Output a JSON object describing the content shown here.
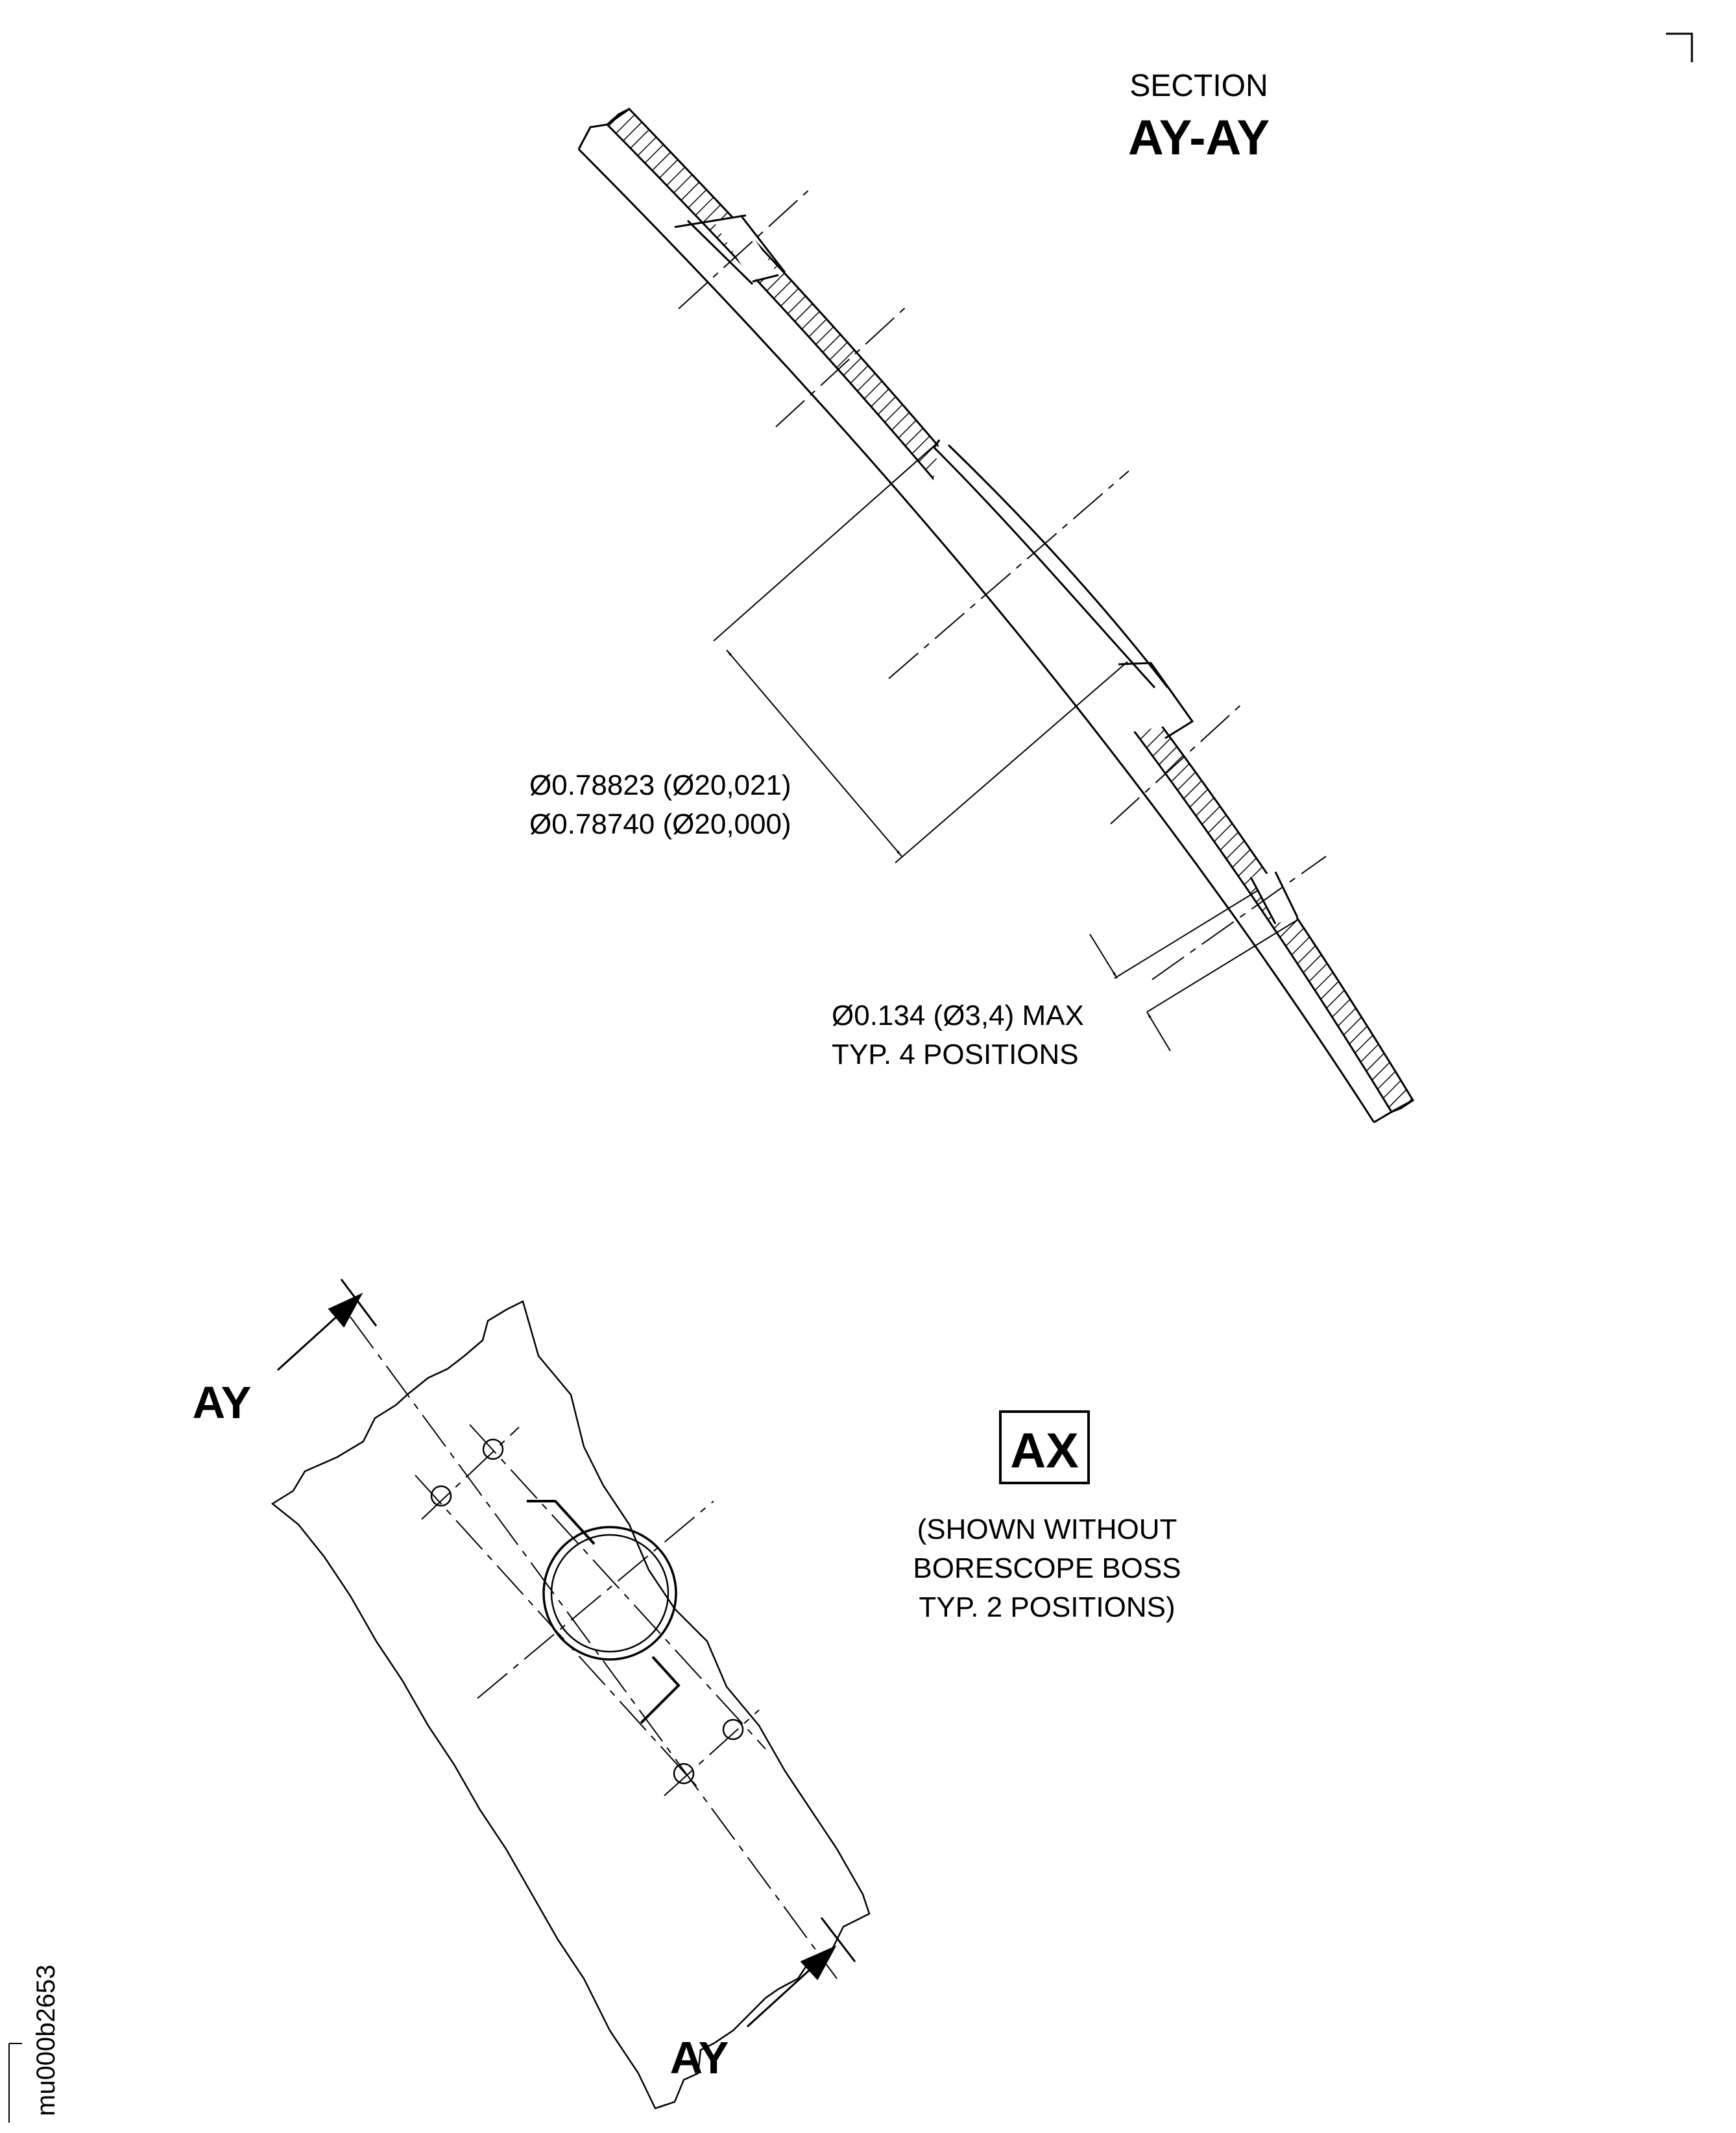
{
  "section": {
    "label": "SECTION",
    "designation": "AY-AY"
  },
  "dimensions": {
    "bore_line1": "Ø0.78823 (Ø20,021)",
    "bore_line2": "Ø0.78740 (Ø20,000)",
    "hole_line1": "Ø0.134 (Ø3,4) MAX",
    "hole_line2": "TYP. 4 POSITIONS"
  },
  "cut_markers": {
    "top": "AY",
    "bottom": "AY"
  },
  "view": {
    "label": "AX",
    "note_line1": "(SHOWN WITHOUT",
    "note_line2": "BORESCOPE BOSS",
    "note_line3": "TYP. 2 POSITIONS)"
  },
  "figure_id": "mu000b2653"
}
